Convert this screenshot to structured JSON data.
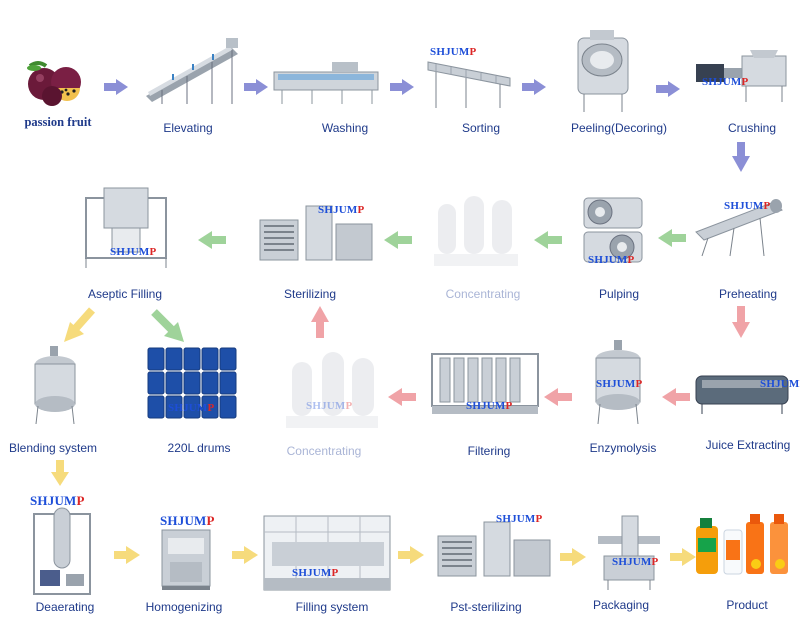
{
  "brand": "SHJUMP",
  "stages": {
    "passion_fruit": "passion fruit",
    "elevating": "Elevating",
    "washing": "Washing",
    "sorting": "Sorting",
    "peeling": "Peeling(Decoring)",
    "crushing": "Crushing",
    "preheating": "Preheating",
    "pulping": "Pulping",
    "concentrating_top": "Concentrating",
    "sterilizing": "Sterilizing",
    "aseptic_filling": "Aseptic Filling",
    "juice_extracting": "Juice Extracting",
    "enzymolysis": "Enzymolysis",
    "filtering": "Filtering",
    "concentrating_mid": "Concentrating",
    "blending_system": "Blending system",
    "drums": "220L drums",
    "deaerating": "Deaerating",
    "homogenizing": "Homogenizing",
    "filling_system": "Filling system",
    "pst_sterilizing": "Pst-sterilizing",
    "packaging": "Packaging",
    "product": "Product"
  },
  "colors": {
    "arrow_row1": "#8b8fd6",
    "arrow_row2": "#9fd39a",
    "arrow_row3": "#f0a3a7",
    "arrow_row4": "#f6db7c",
    "label": "#1f3a8a"
  }
}
